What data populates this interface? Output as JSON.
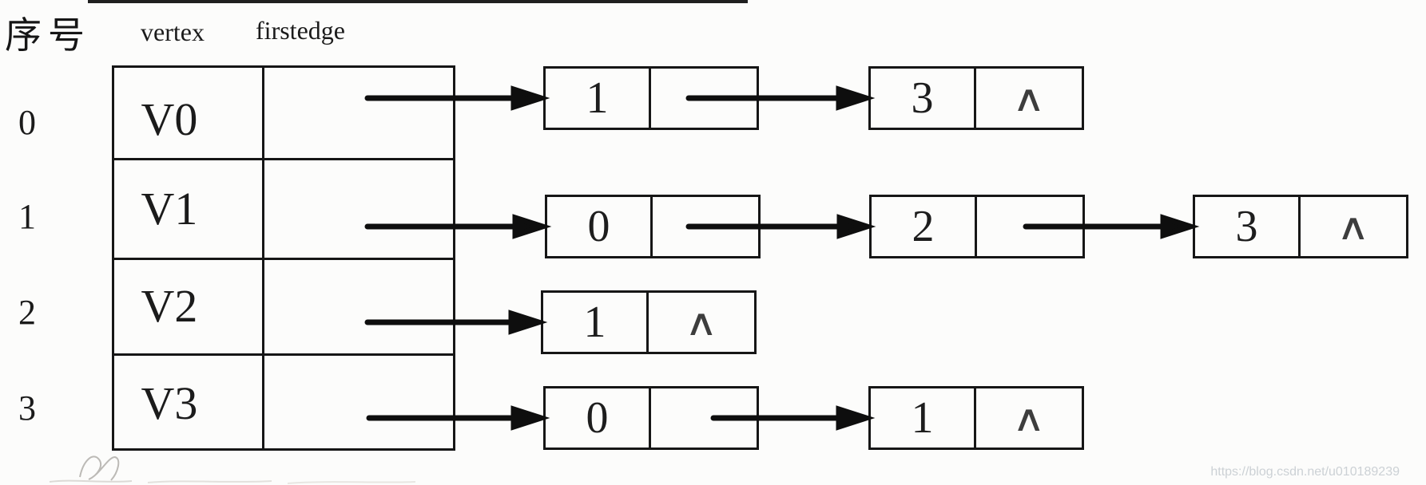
{
  "header": {
    "index_label": "序号",
    "vertex_label": "vertex",
    "firstedge_label": "firstedge"
  },
  "table": {
    "rows": [
      {
        "index": "0",
        "vertex": "V0"
      },
      {
        "index": "1",
        "vertex": "V1"
      },
      {
        "index": "2",
        "vertex": "V2"
      },
      {
        "index": "3",
        "vertex": "V3"
      }
    ]
  },
  "adjacency": {
    "rows": [
      {
        "nodes": [
          {
            "value": "1",
            "has_next": true
          },
          {
            "value": "3",
            "has_next": false
          }
        ]
      },
      {
        "nodes": [
          {
            "value": "0",
            "has_next": true
          },
          {
            "value": "2",
            "has_next": true
          },
          {
            "value": "3",
            "has_next": false
          }
        ]
      },
      {
        "nodes": [
          {
            "value": "1",
            "has_next": false
          }
        ]
      },
      {
        "nodes": [
          {
            "value": "0",
            "has_next": true
          },
          {
            "value": "1",
            "has_next": false
          }
        ]
      }
    ]
  },
  "symbols": {
    "null_marker": "∧"
  },
  "colors": {
    "line": "#161616",
    "arrow": "#0e0e0e",
    "watermark": "#ccd1d5"
  },
  "watermark": {
    "text": "https://blog.csdn.net/u010189239"
  }
}
